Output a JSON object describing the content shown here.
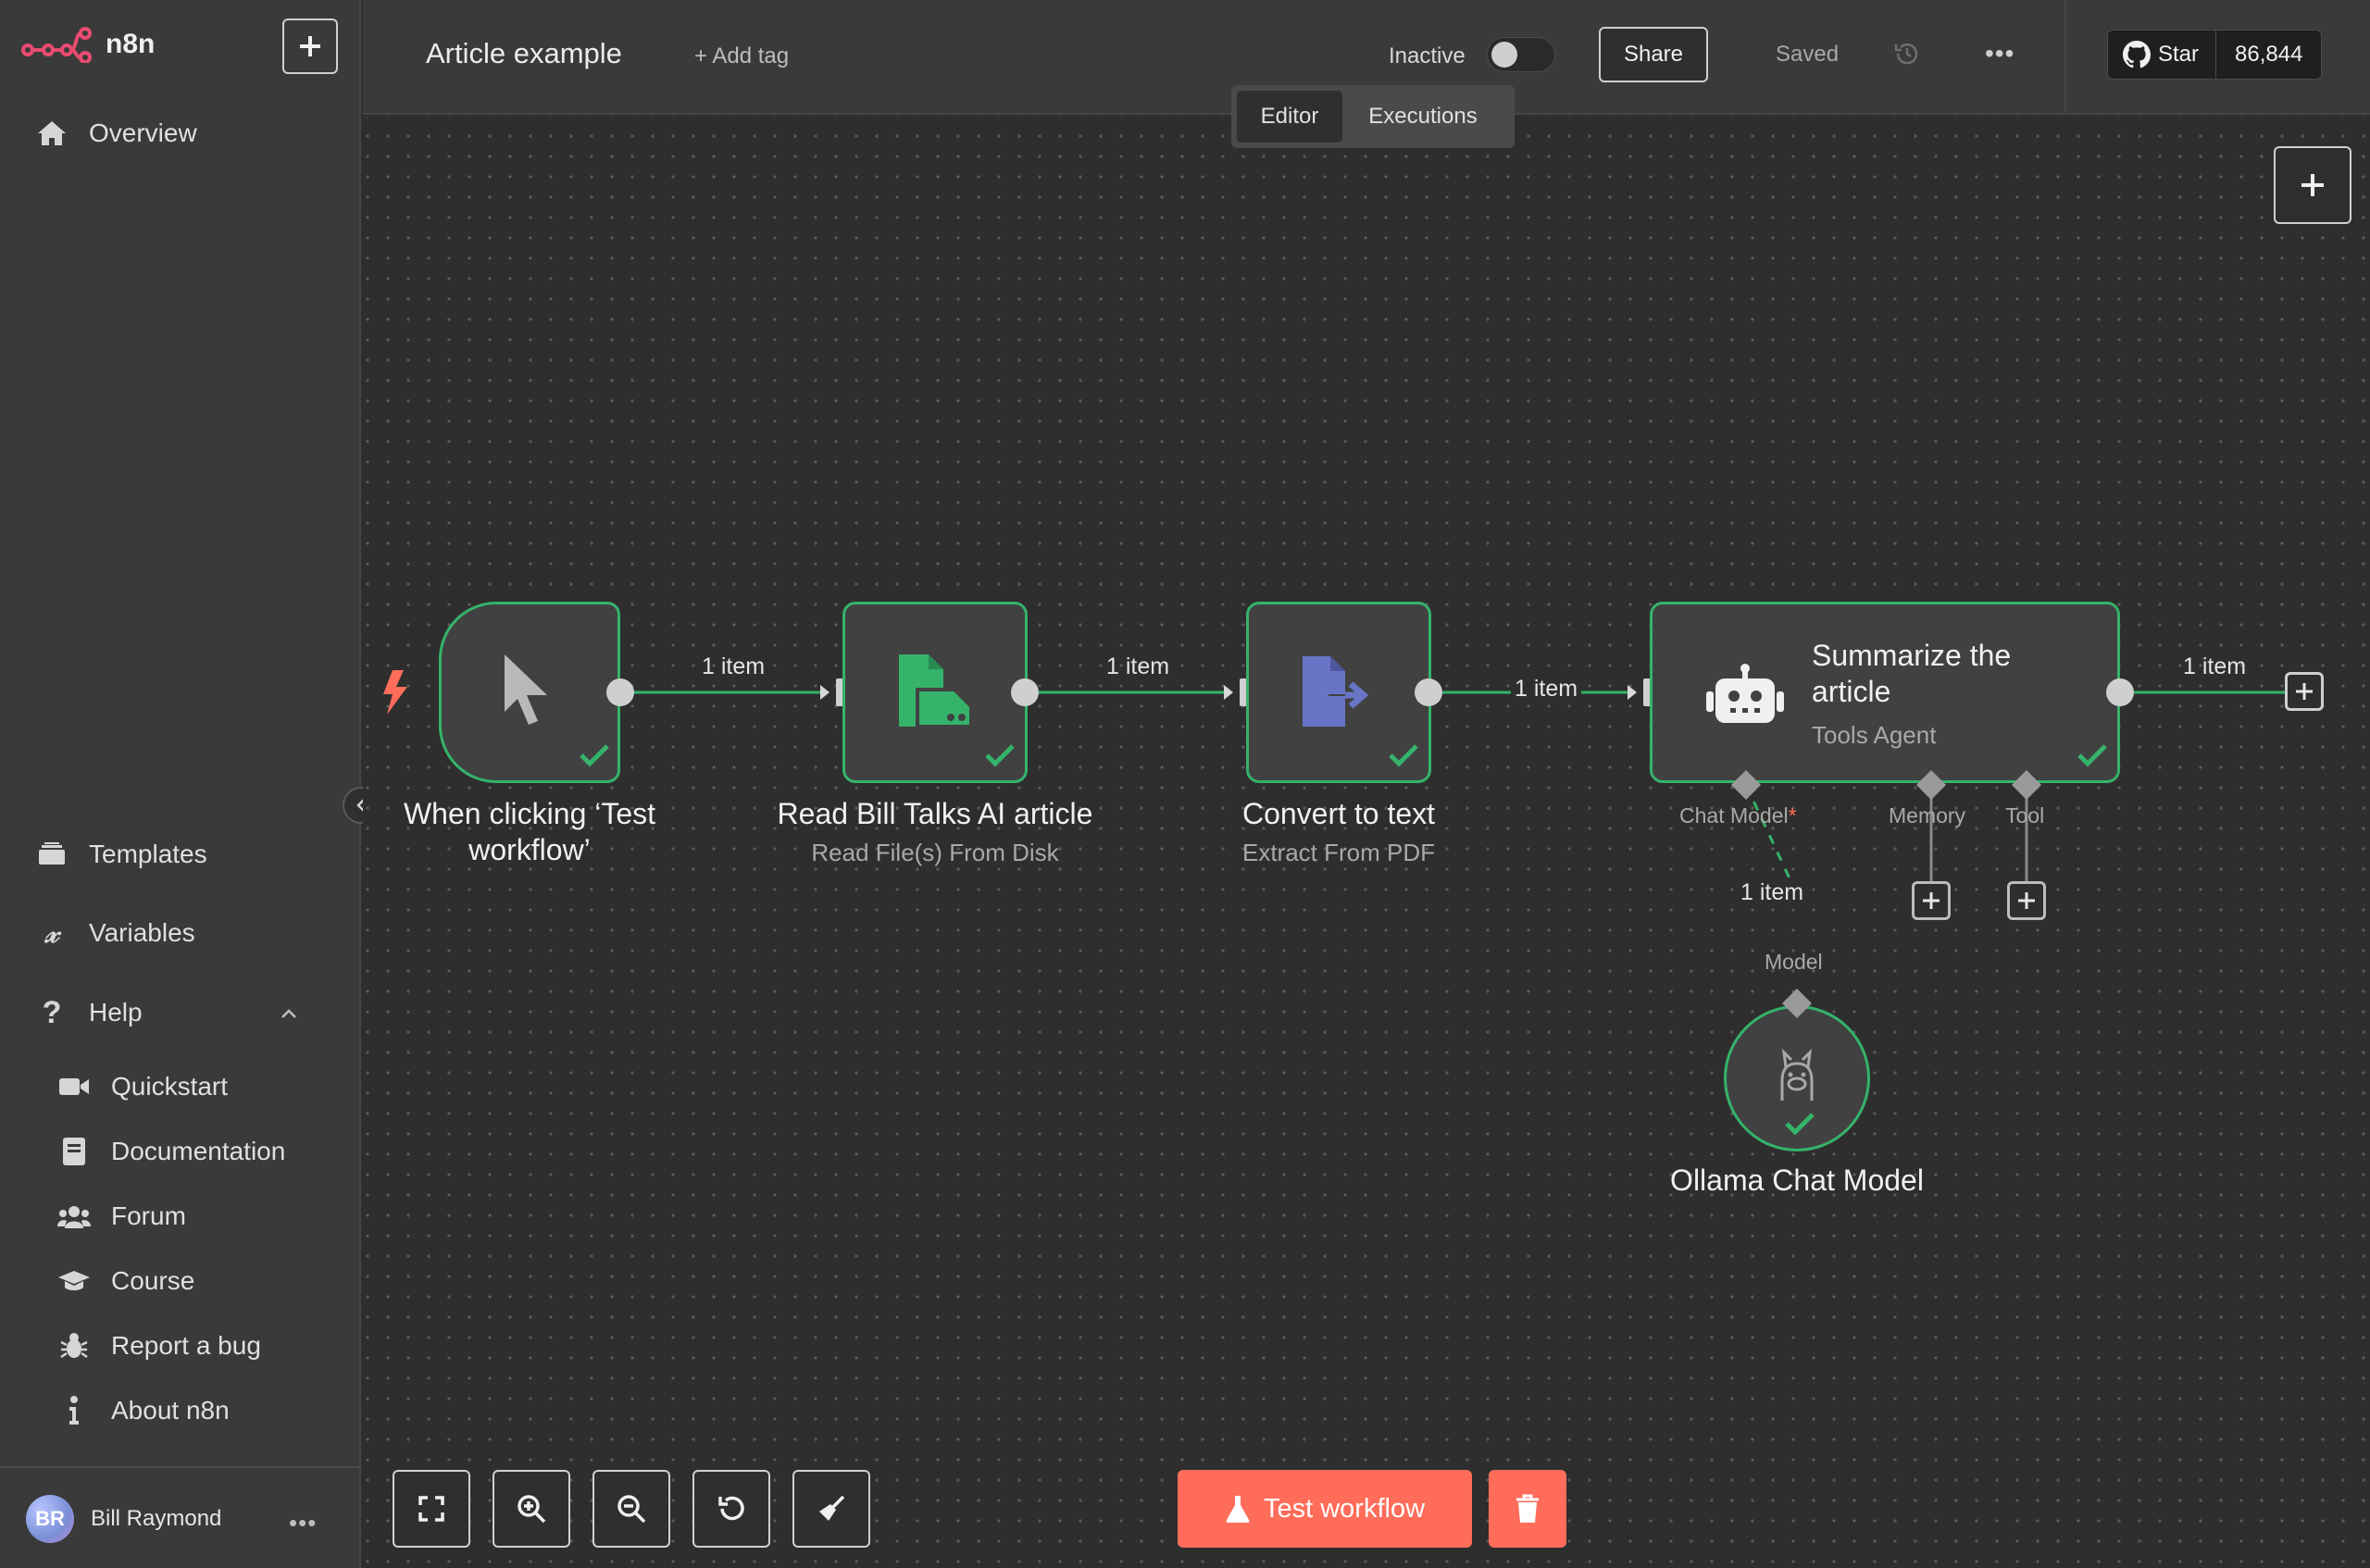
{
  "app": {
    "name": "n8n"
  },
  "sidebar": {
    "overview": "Overview",
    "templates": "Templates",
    "variables": "Variables",
    "help": "Help",
    "help_items": [
      "Quickstart",
      "Documentation",
      "Forum",
      "Course",
      "Report a bug",
      "About n8n"
    ],
    "user": {
      "initials": "BR",
      "name": "Bill Raymond"
    }
  },
  "header": {
    "title": "Article example",
    "add_tag": "+ Add tag",
    "status": "Inactive",
    "share": "Share",
    "saved": "Saved",
    "github": {
      "star": "Star",
      "count": "86,844"
    },
    "tabs": [
      "Editor",
      "Executions"
    ]
  },
  "workflow": {
    "nodes": [
      {
        "name": "When clicking ‘Test",
        "name2": "workflow’",
        "subtitle": ""
      },
      {
        "name": "Read Bill Talks AI article",
        "subtitle": "Read File(s) From Disk"
      },
      {
        "name": "Convert to text",
        "subtitle": "Extract From PDF"
      },
      {
        "name": "Summarize the",
        "name2": "article",
        "subtitle": "Tools Agent"
      },
      {
        "name": "Ollama Chat Model",
        "subtitle": ""
      }
    ],
    "connections": [
      "1 item",
      "1 item",
      "1 item",
      "1 item",
      "1 item"
    ],
    "agent_inputs": {
      "chat_model": "Chat Model",
      "required_mark": "*",
      "memory": "Memory",
      "tool": "Tool"
    },
    "model_input": "Model"
  },
  "toolbar": {
    "test": "Test workflow"
  },
  "colors": {
    "accent": "#ff6d5a",
    "success": "#35b36a"
  }
}
